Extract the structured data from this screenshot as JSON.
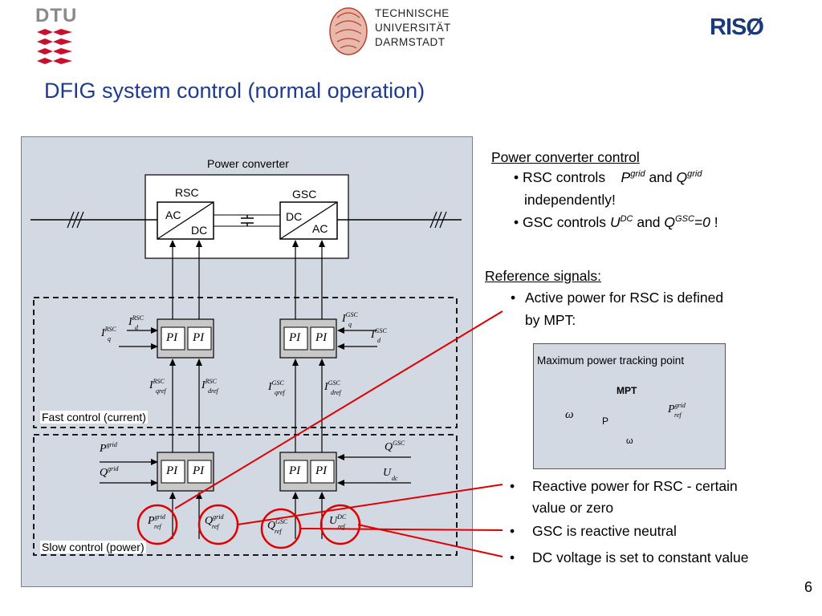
{
  "logos": {
    "dtu": "DTU",
    "tud_line1": "TECHNISCHE",
    "tud_line2": "UNIVERSITÄT",
    "tud_line3": "DARMSTADT",
    "riso": "RISØ"
  },
  "title": "DFIG system control (normal operation)",
  "diagram": {
    "power_converter_label": "Power converter",
    "rsc_label": "RSC",
    "gsc_label": "GSC",
    "rsc_ac": "AC",
    "rsc_dc": "DC",
    "gsc_dc": "DC",
    "gsc_ac": "AC",
    "pi": "PI",
    "fast_control_label": "Fast control (current)",
    "slow_control_label": "Slow control (power)",
    "signals": {
      "I_q_RSC_left": {
        "base": "I",
        "sup": "RSC",
        "sub": "q"
      },
      "I_d_RSC": {
        "base": "I",
        "sup": "RSC",
        "sub": "d"
      },
      "I_q_GSC": {
        "base": "I",
        "sup": "GSC",
        "sub": "q"
      },
      "I_d_GSC": {
        "base": "I",
        "sup": "GSC",
        "sub": "d"
      },
      "I_qref_RSC": {
        "base": "I",
        "sup": "RSC",
        "sub": "qref"
      },
      "I_dref_RSC": {
        "base": "I",
        "sup": "RSC",
        "sub": "dref"
      },
      "I_qref_GSC": {
        "base": "I",
        "sup": "GSC",
        "sub": "qref"
      },
      "I_dref_GSC": {
        "base": "I",
        "sup": "GSC",
        "sub": "dref"
      },
      "P_grid": {
        "base": "P",
        "sup": "grid",
        "sub": ""
      },
      "Q_grid": {
        "base": "Q",
        "sup": "grid",
        "sub": ""
      },
      "Q_GSC": {
        "base": "Q",
        "sup": "GSC",
        "sub": ""
      },
      "U_dc": {
        "base": "U",
        "sup": "",
        "sub": "dc"
      },
      "P_ref_grid": {
        "base": "P",
        "sup": "grid",
        "sub": "ref"
      },
      "Q_ref_grid": {
        "base": "Q",
        "sup": "grid",
        "sub": "ref"
      },
      "Q_ref_GSC": {
        "base": "Q",
        "sup": "GSC",
        "sub": "ref"
      },
      "U_ref_DC": {
        "base": "U",
        "sup": "DC",
        "sub": "ref"
      }
    }
  },
  "power_converter_control": {
    "heading": "Power converter control",
    "b1_prefix": "• RSC  controls",
    "b1_p": "P",
    "b1_p_sup": "grid",
    "b1_and": "and",
    "b1_q": "Q",
    "b1_q_sup": "grid",
    "b1_line2": "independently!",
    "b2_prefix": "• GSC controls",
    "b2_u": "U",
    "b2_u_sup": "DC",
    "b2_and": "and",
    "b2_q": "Q",
    "b2_q_sup": "GSC",
    "b2_eq": "=0",
    "b2_excl": "!"
  },
  "reference_signals": {
    "heading": "Reference signals:",
    "b1_line1": "Active power for RSC is defined",
    "b1_line2": "by MPT:",
    "b2_line1": "Reactive power for  RSC - certain",
    "b2_line2": "value or zero",
    "b3": "GSC is reactive neutral",
    "b4": "DC voltage is set to constant value",
    "bullet": "•"
  },
  "mpt_box": {
    "caption": "Maximum power tracking point",
    "block_title": "MPT",
    "omega_in": "ω",
    "p_axis": "P",
    "omega_axis": "ω",
    "out_base": "P",
    "out_sup": "grid",
    "out_sub": "ref"
  },
  "page_number": "6",
  "colors": {
    "title": "#1f3b8e",
    "panel": "#d3d9e3",
    "annotation_red": "#e00000",
    "dtu_red": "#c8102e"
  }
}
